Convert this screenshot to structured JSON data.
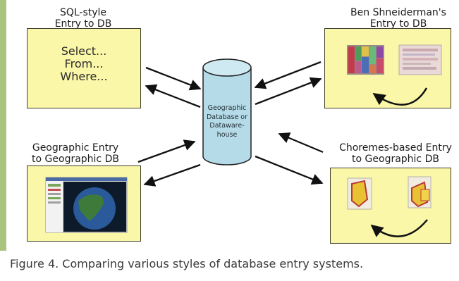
{
  "labels": {
    "sql": [
      "SQL-style",
      "Entry to DB"
    ],
    "shneiderman": [
      "Ben Shneiderman's",
      "Entry to DB"
    ],
    "geographic": [
      "Geographic Entry",
      "to Geographic DB"
    ],
    "choremes": [
      "Choremes-based Entry",
      "to Geographic DB"
    ]
  },
  "sql_box": [
    "Select...",
    "From...",
    "Where..."
  ],
  "database": [
    "Geographic",
    "Database or",
    "Dataware-",
    "house"
  ],
  "caption": "Figure 4. Comparing various styles of database entry systems.",
  "colors": {
    "box_fill": "#fbf7a8",
    "cylinder_fill": "#b6dbe8",
    "side_bar": "#a9c47f"
  }
}
